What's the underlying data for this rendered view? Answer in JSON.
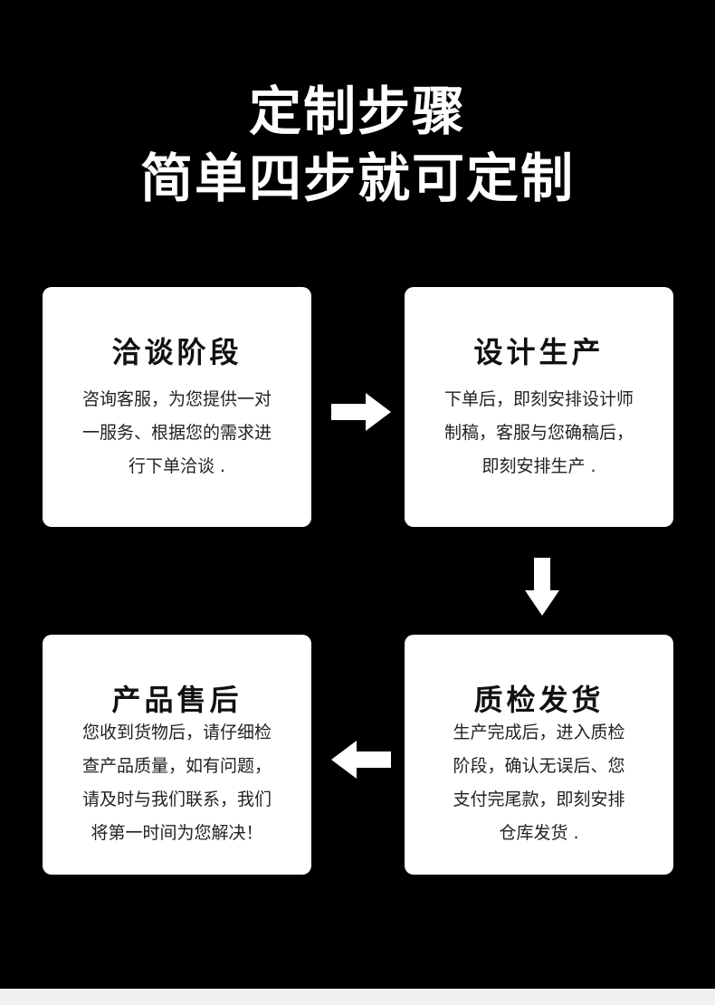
{
  "header": {
    "title": "定制步骤",
    "subtitle": "简单四步就可定制"
  },
  "steps": [
    {
      "title": "洽谈阶段",
      "lines": [
        "咨询客服，为您提供一对",
        "一服务、根据您的需求进",
        "行下单洽谈 ."
      ]
    },
    {
      "title": "设计生产",
      "lines": [
        "下单后，即刻安排设计师",
        "制稿，客服与您确稿后，",
        "即刻安排生产 ."
      ]
    },
    {
      "title": "质检发货",
      "lines": [
        "生产完成后，进入质检",
        "阶段，确认无误后、您",
        "支付完尾款，即刻安排",
        "仓库发货 ."
      ]
    },
    {
      "title": "产品售后",
      "lines": [
        "您收到货物后，请仔细检",
        "查产品质量，如有问题，",
        "请及时与我们联系，我们",
        "将第一时间为您解决！"
      ]
    }
  ],
  "icons": {
    "arrow_right": "arrow-right-icon",
    "arrow_down": "arrow-down-icon",
    "arrow_left": "arrow-left-icon"
  },
  "colors": {
    "background": "#000000",
    "card": "#ffffff",
    "text": "#111111"
  }
}
